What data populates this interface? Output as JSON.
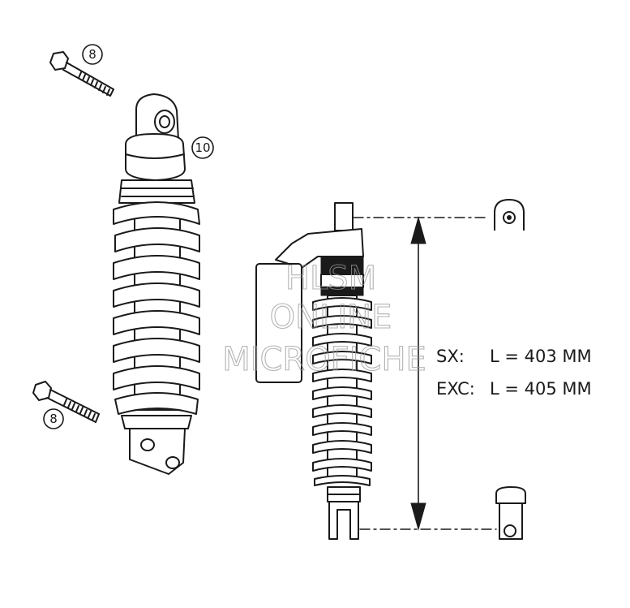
{
  "callouts": {
    "bolt_top": "8",
    "bolt_bottom": "8",
    "upper_eye": "10"
  },
  "specs": [
    {
      "model": "SX:",
      "length": "L = 403 MM"
    },
    {
      "model": "EXC:",
      "length": "L = 405 MM"
    }
  ],
  "watermark": {
    "line1": "HLSM",
    "line2": "ONLINE",
    "line3": "MICROFICHE"
  },
  "colors": {
    "ink": "#1a1a1a",
    "paper": "#ffffff",
    "watermark": "#9a9a9a"
  }
}
